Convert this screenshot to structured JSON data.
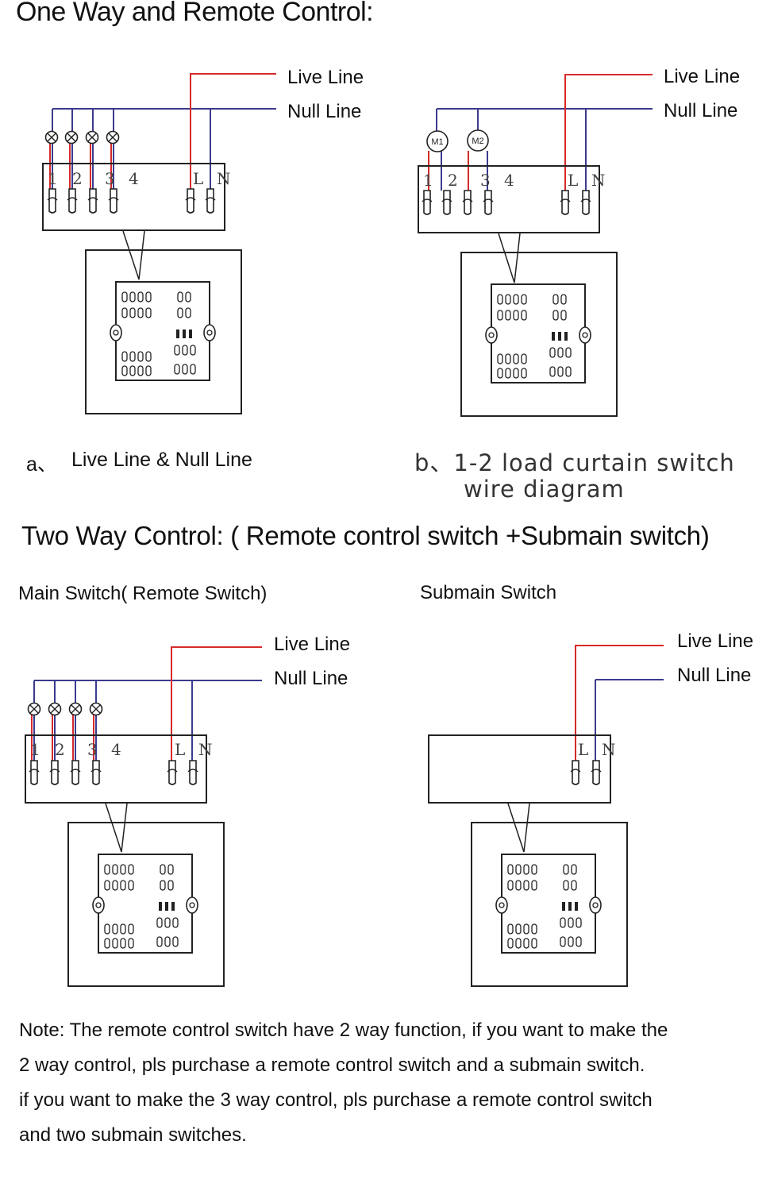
{
  "section1": {
    "title": "One Way and Remote Control:"
  },
  "labels": {
    "live": "Live Line",
    "null": "Null Line"
  },
  "terminals": {
    "t1": "1",
    "t2": "2",
    "t3": "3",
    "t4": "4",
    "tl": "L",
    "tn": "N"
  },
  "motors": {
    "m1": "M1",
    "m2": "M2"
  },
  "captions": {
    "a_prefix": "a、",
    "a_text": "Live Line & Null Line",
    "b_line1": "b、1-2 load curtain switch",
    "b_line2": "wire diagram"
  },
  "section2": {
    "title": "Two Way Control: ( Remote control switch +Submain switch)",
    "main_label": "Main Switch( Remote Switch)",
    "sub_label": "Submain Switch"
  },
  "note": {
    "line1": "Note: The remote control switch have 2 way function, if you want to make the",
    "line2": " 2 way control, pls purchase a  remote control switch and a submain switch.",
    "line3": "if you want to make the 3 way control, pls purchase a  remote control switch",
    "line4": "and two submain switches."
  },
  "colors": {
    "live": "#d62a2a",
    "null": "#3b3b8f"
  }
}
